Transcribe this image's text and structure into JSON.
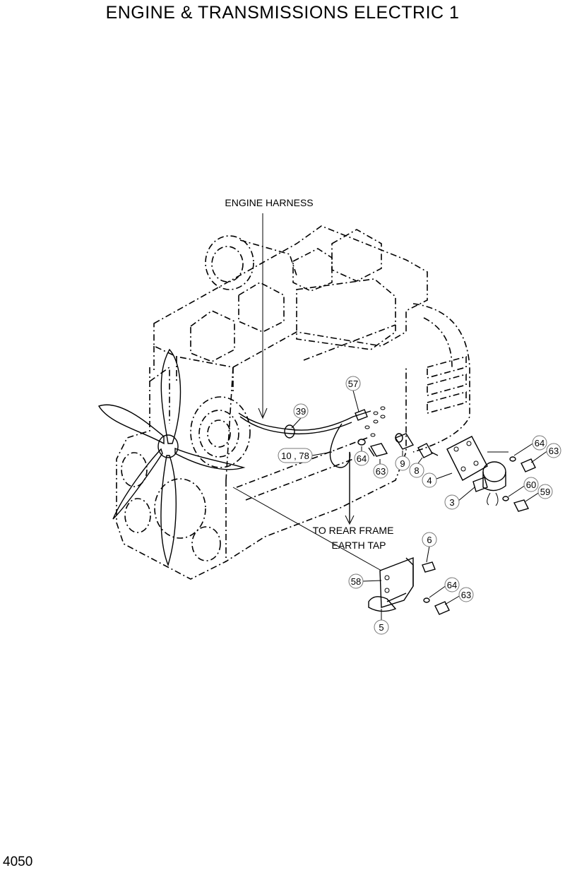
{
  "title": "ENGINE & TRANSMISSIONS ELECTRIC 1",
  "page_number": "4050",
  "notes": {
    "engine_harness": "ENGINE HARNESS",
    "rear_frame_line1": "TO REAR FRAME",
    "rear_frame_line2": "EARTH TAP"
  },
  "callouts": {
    "c57": "57",
    "c39": "39",
    "c10_78": "10 , 78",
    "c64a": "64",
    "c63a": "63",
    "c9": "9",
    "c8": "8",
    "c4": "4",
    "c3": "3",
    "c64b": "64",
    "c63b": "63",
    "c60": "60",
    "c59": "59",
    "c6": "6",
    "c58": "58",
    "c64c": "64",
    "c63c": "63",
    "c5": "5"
  }
}
